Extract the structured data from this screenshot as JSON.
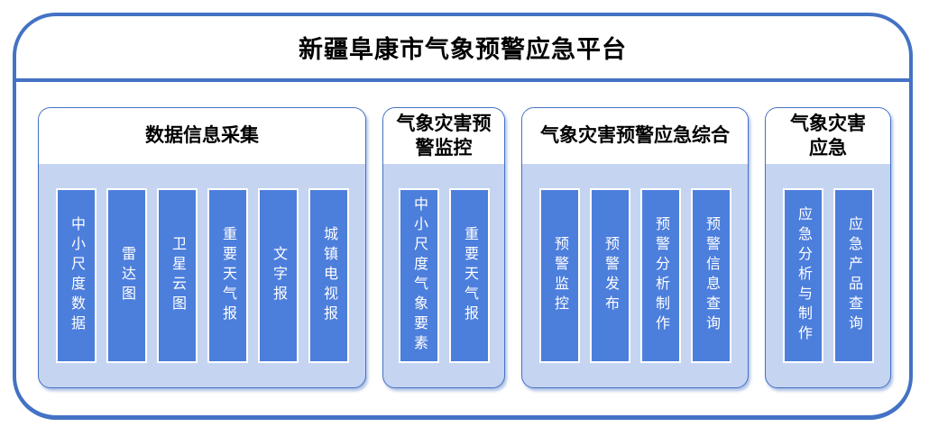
{
  "title": "新疆阜康市气象预警应急平台",
  "colors": {
    "frame_border": "#4472C4",
    "card_border": "#4472C4",
    "card_body_bg": "#C5D4F1",
    "card_header_bg": "#FFFFFF",
    "pillar_fill": "#4C7EDC",
    "pillar_border": "#FFFFFF",
    "pillar_text": "#FFFFFF",
    "title_text": "#000000"
  },
  "sections": [
    {
      "header": "数据信息采集",
      "items": [
        "中小尺度数据",
        "雷达图",
        "卫星云图",
        "重要天气报",
        "文字报",
        "城镇电视报"
      ]
    },
    {
      "header": "气象灾害预\n警监控",
      "items": [
        "中小尺度气象要素",
        "重要天气报"
      ]
    },
    {
      "header": "气象灾害预警应急综合",
      "items": [
        "预警监控",
        "预警发布",
        "预警分析制作",
        "预警信息查询"
      ]
    },
    {
      "header": "气象灾害\n应急",
      "items": [
        "应急分析与制作",
        "应急产品查询"
      ]
    }
  ]
}
